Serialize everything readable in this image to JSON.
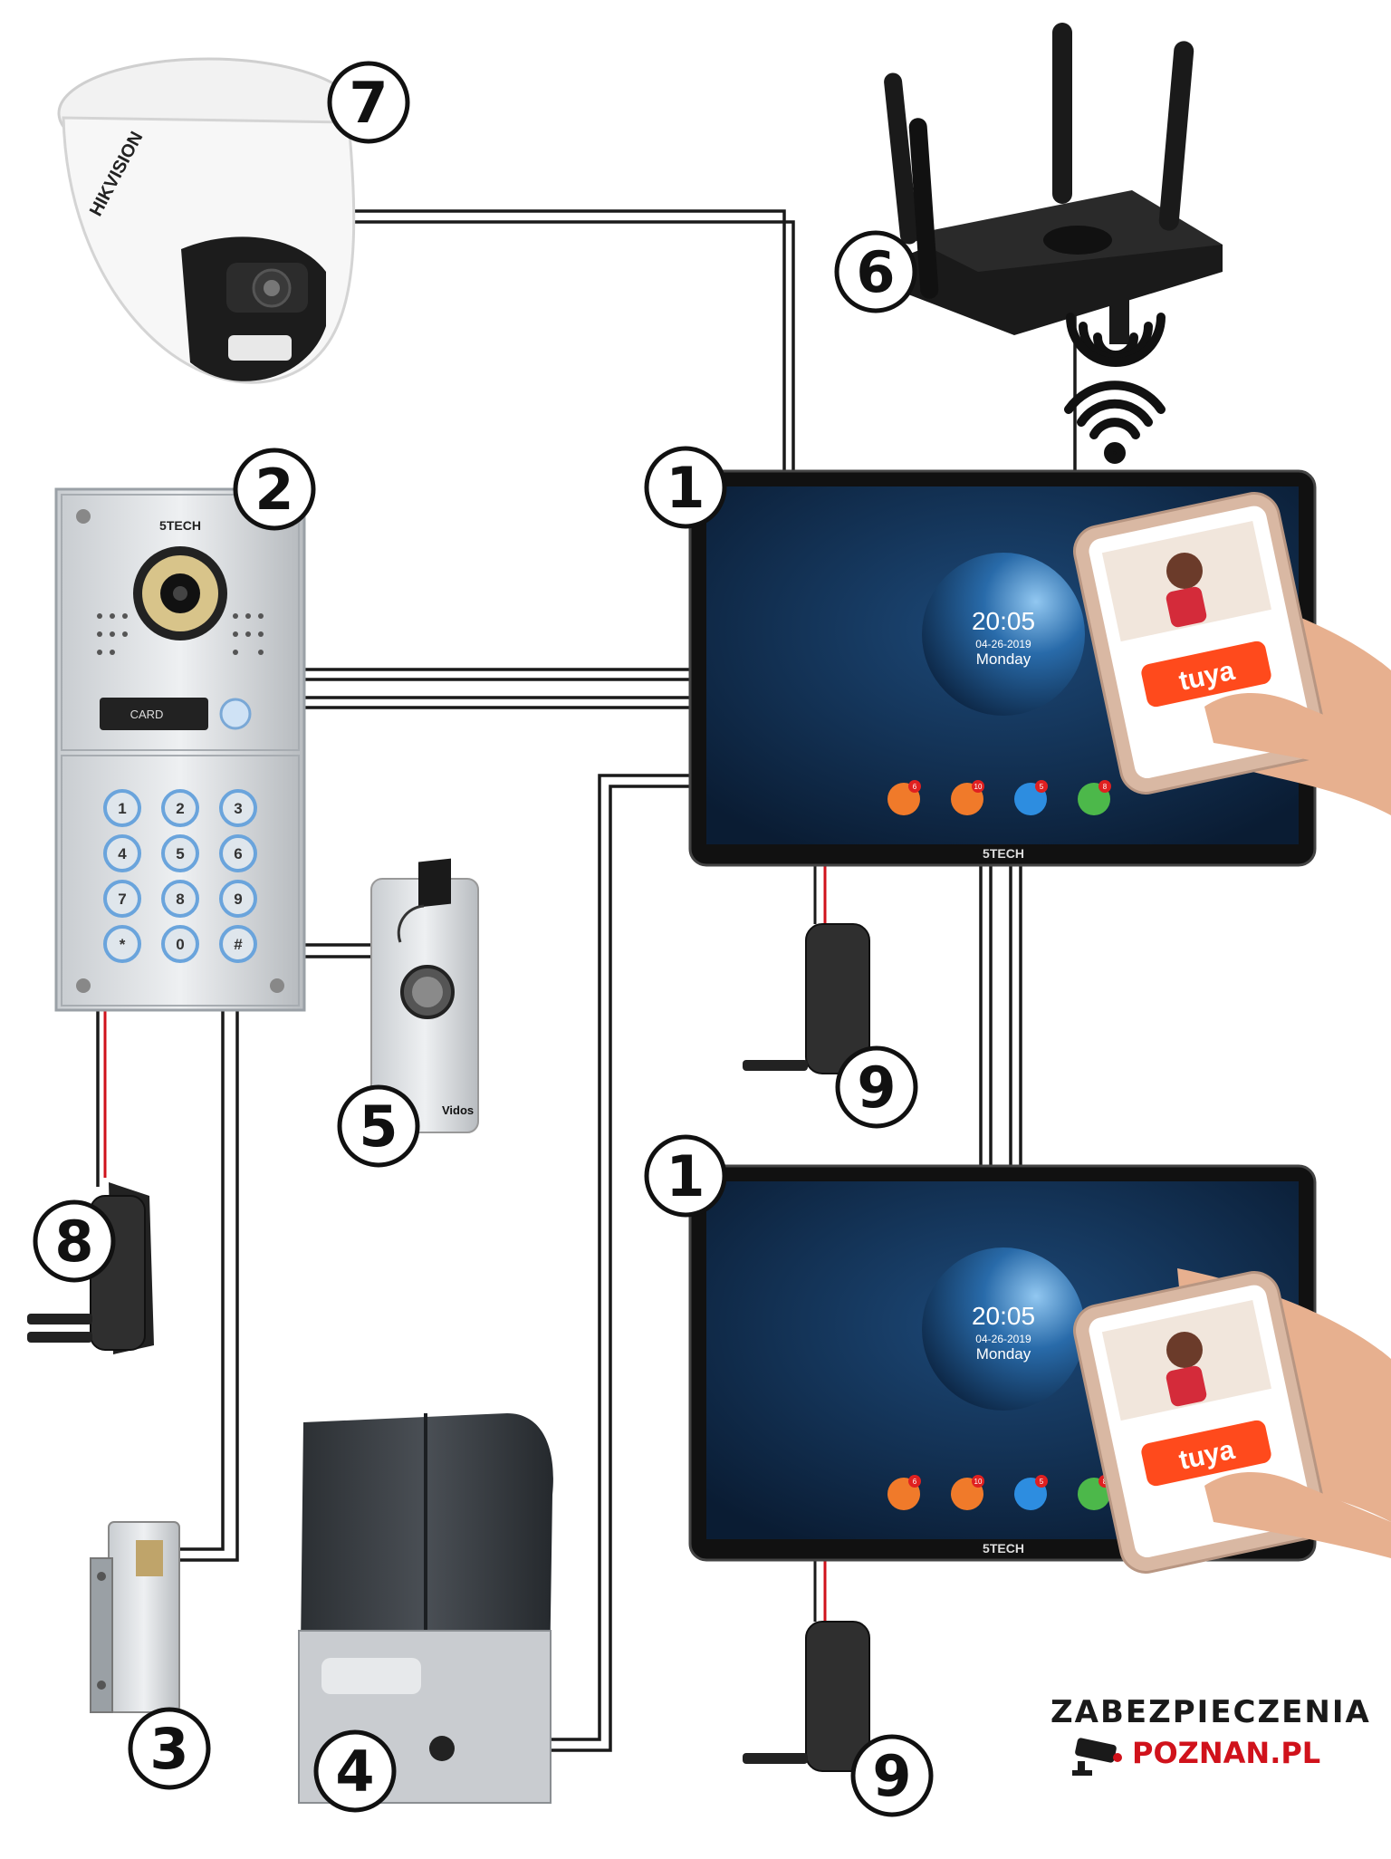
{
  "labels": {
    "monitor_1": "1",
    "monitor_2": "1",
    "door_station": "2",
    "electric_lock": "3",
    "gate_motor": "4",
    "exit_button": "5",
    "router": "6",
    "ip_camera": "7",
    "door_station_psu": "8",
    "monitor_1_psu": "9",
    "monitor_2_psu": "9"
  },
  "monitor_screen": {
    "time": "20:05",
    "date": "04-26-2019",
    "day": "Monday",
    "brand": "5TECH",
    "badges": [
      "6",
      "10",
      "5",
      "8"
    ]
  },
  "phone_app": {
    "name": "tuya"
  },
  "door_station_panel": {
    "brand": "5TECH",
    "card_label": "CARD",
    "keys": [
      "1",
      "2",
      "3",
      "4",
      "5",
      "6",
      "7",
      "8",
      "9",
      "*",
      "0",
      "#"
    ]
  },
  "camera_brand": "HIKVISION",
  "exit_button_brand": "Vidos",
  "logo": {
    "top": "ZABEZPIECZENIA",
    "bottom": "POZNAN.PL"
  },
  "colors": {
    "cable": "#1a1a1a",
    "power_wire": "#d0121b",
    "screen_bg": "#0e2540",
    "logo_red": "#d0121b",
    "tuya_orange": "#ff4a1c"
  }
}
